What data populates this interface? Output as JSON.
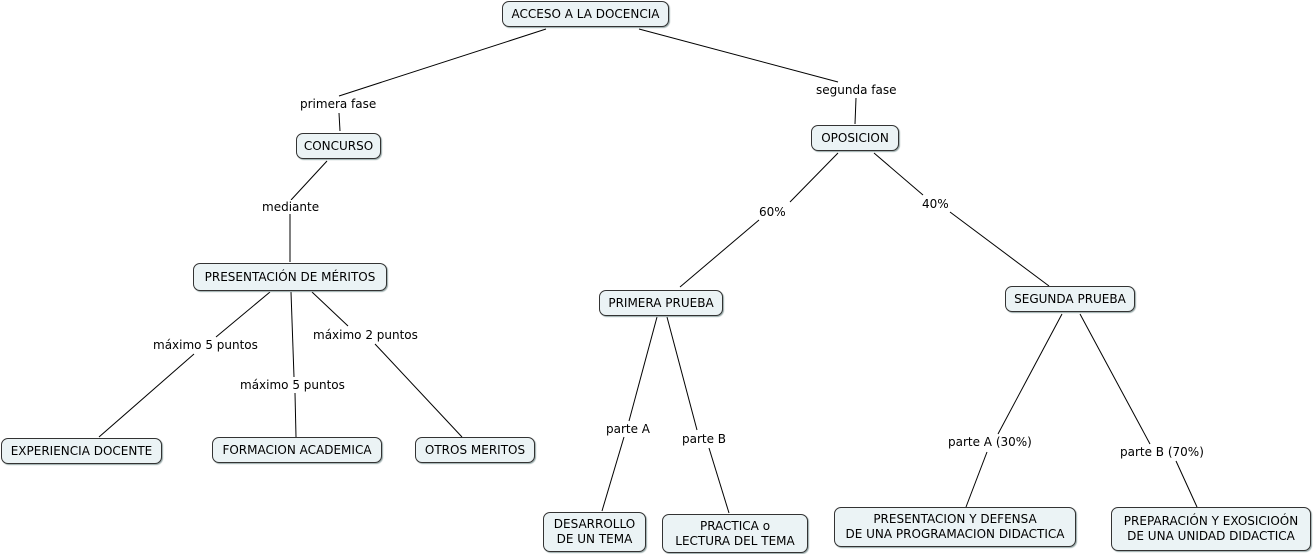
{
  "concepts": {
    "acceso": "ACCESO A LA DOCENCIA",
    "concurso": "CONCURSO",
    "oposicion": "OPOSICION",
    "presentacion_meritos": "PRESENTACIÓN DE MÉRITOS",
    "experiencia": "EXPERIENCIA DOCENTE",
    "formacion": "FORMACION ACADEMICA",
    "otros": "OTROS MERITOS",
    "primera_prueba": "PRIMERA PRUEBA",
    "segunda_prueba": "SEGUNDA PRUEBA",
    "desarrollo": "DESARROLLO\nDE UN TEMA",
    "practica": "PRACTICA o\nLECTURA DEL TEMA",
    "presentacion_defensa": "PRESENTACION Y DEFENSA\nDE UNA PROGRAMACION DIDACTICA",
    "preparacion": "PREPARACIÓN Y EXOSICIOÓN\nDE UNA UNIDAD DIDACTICA"
  },
  "links": {
    "primera_fase": "primera fase",
    "segunda_fase": "segunda fase",
    "mediante": "mediante",
    "max5_a": "máximo 5 puntos",
    "max5_b": "máximo 5 puntos",
    "max2": "máximo 2 puntos",
    "pct60": "60%",
    "pct40": "40%",
    "parte_a": "parte A",
    "parte_b": "parte B",
    "parte_a30": "parte A (30%)",
    "parte_b70": "parte B (70%)"
  }
}
